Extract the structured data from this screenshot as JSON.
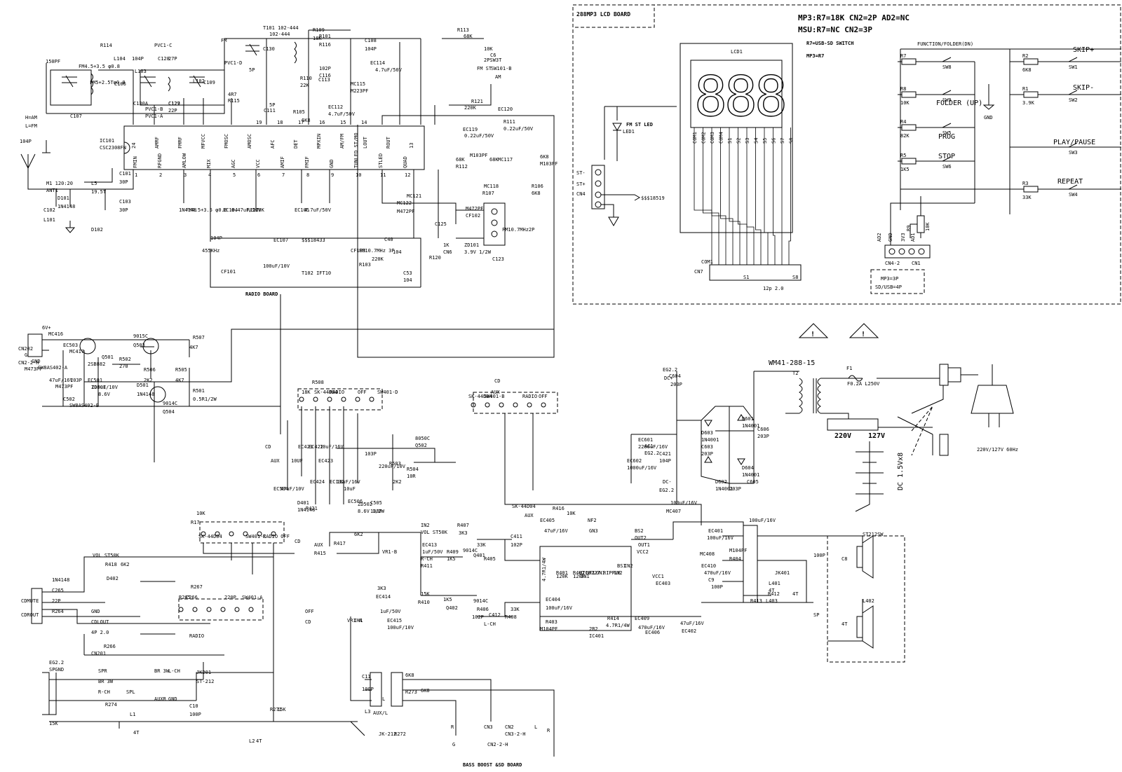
{
  "lcd_board": {
    "title": "288MP3 LCD BOARD",
    "note_line1": "MP3:R7=18K CN2=2P AD2=NC",
    "note_line2": "MSU:R7=NC CN2=3P",
    "note_line3": "R7=USB-SD SWITCH",
    "note_line4": "MP3=R7",
    "lcd_label": "LCD1",
    "lcd_digits": [
      "8",
      "8",
      "8"
    ],
    "led_label": "FM ST LED",
    "led_ref": "LED1",
    "cn4_pins": [
      "ST-",
      "ST+",
      "CN4"
    ],
    "cn4_net": "$$$18519",
    "cn7_label": "CN7",
    "cn7_spec": "12p 2.0",
    "com_pins": [
      "COM1",
      "COM2",
      "COM3",
      "COM4",
      "S1",
      "S2",
      "S3",
      "S4",
      "S5",
      "S6",
      "S7",
      "S8"
    ],
    "cn7_pin_labels": [
      "COM1",
      "S1",
      "S8"
    ],
    "function_label": "FUNCTION/FOLDER(DN)",
    "switches": [
      {
        "ref": "R7",
        "value": "",
        "sw": "SW8",
        "name": ""
      },
      {
        "ref": "R8",
        "value": "10K",
        "sw": "SW9",
        "name": "FOLDER (UP)"
      },
      {
        "ref": "R4",
        "value": "82K",
        "sw": "SW5",
        "name": "PROG"
      },
      {
        "ref": "R5",
        "value": "1K5",
        "sw": "SW6",
        "name": "STOP"
      },
      {
        "ref": "R2",
        "value": "6K8",
        "sw": "SW1",
        "name": "SKIP+"
      },
      {
        "ref": "R1",
        "value": "3.9K",
        "sw": "SW2",
        "name": "SKIP-"
      },
      {
        "ref": "",
        "value": "",
        "sw": "SW3",
        "name": "PLAY/PAUSE"
      },
      {
        "ref": "R3",
        "value": "33K",
        "sw": "SW4",
        "name": "REPEAT"
      }
    ],
    "gnd_label": "GND",
    "r9": {
      "ref": "R9",
      "value": "10K"
    },
    "cn4_2_pins": [
      "AD2",
      "GND",
      "3V3",
      "AD1"
    ],
    "cn4_2_label": "CN4-2",
    "cn1_label": "CN1",
    "cn_note_line1": "MP3=3P",
    "cn_note_line2": "SD/USB=4P"
  },
  "radio_board": {
    "title": "RADIO BOARD",
    "ic_label": "IC101",
    "ic_part": "CSC2308FN",
    "ic_top_pins": [
      "24",
      "AMRF",
      "FMRF",
      "MFVCC",
      "FMOSC",
      "AMOSC",
      "AFC",
      "DET",
      "MPXIN",
      "AM/FM",
      "LOUT",
      "ROUT",
      "13"
    ],
    "ic_top_pin_nums": [
      "19",
      "18",
      "17",
      "16",
      "15",
      "14"
    ],
    "ic_bottom_pins": [
      "FMIN",
      "RFGND",
      "AMLOW",
      "MIX",
      "AGC",
      "VCC",
      "AMIF",
      "FMIF",
      "GND",
      "TUNLED ST/MO",
      "STLED",
      "QUAD"
    ],
    "ic_bottom_pin_nums": [
      "1",
      "2",
      "3",
      "4",
      "5",
      "6",
      "7",
      "8",
      "9",
      "10",
      "11",
      "12"
    ],
    "parts": [
      "T101 102-444",
      "R109",
      "18K",
      "R113",
      "10K",
      "2PSW3T",
      "SW101-B",
      "FM ST",
      "AM",
      "FM",
      "PVC1-D",
      "5P",
      "C130",
      "150PF",
      "R114",
      "PVC1-C",
      "FM4.5+3.5 φ0.8",
      "FM5+2.5Tφ0.8",
      "L104",
      "C106",
      "104P",
      "L103",
      "C128",
      "27P",
      "L102",
      "C109",
      "C130A",
      "C127",
      "PVC1-B",
      "PVC1-A",
      "C129",
      "22P",
      "R115",
      "4R7",
      "C111",
      "5P",
      "R110",
      "22K",
      "C113",
      "102P",
      "C116",
      "C108",
      "104P",
      "EC114",
      "4.7uF/50V",
      "M223PF",
      "MC115",
      "R105",
      "6K8",
      "EC112",
      "4.7uF/50V",
      "H=AM",
      "L=FM",
      "C107",
      "104P",
      "M1 120:20",
      "ANT1",
      "L5",
      "19.5T",
      "C101",
      "30P",
      "C103",
      "30P",
      "C102",
      "L101",
      "D101",
      "1N4148",
      "D102",
      "1N4148",
      "FM4.5+3.5 φ0.8",
      "EC104",
      "0.47uF/50V",
      "R117",
      "220K",
      "EC105",
      "4.7uF/50V",
      "R121",
      "220K",
      "EC119",
      "0.22uF/50V",
      "EC120",
      "0.22uF/50V",
      "R111",
      "68K",
      "R112",
      "68K",
      "MC117",
      "M103PF",
      "MC118",
      "R107",
      "6K8",
      "M103PF",
      "R106",
      "6K8",
      "MC122",
      "M472PF",
      "MC121",
      "M472PF",
      "CF102",
      "FM10.7MHz2P",
      "C125",
      "R120",
      "1K",
      "CN6",
      "ZD101",
      "3.9V 1/2W",
      "C40",
      "104",
      "C53",
      "104",
      "C123",
      "104P",
      "EC107",
      "100uF/10V",
      "$$$18433",
      "T102 IFT10",
      "CF101",
      "455KHz",
      "CF103",
      "FM10.7MHz 3P",
      "R103",
      "220K",
      "102-444",
      "R101",
      "R116",
      "68K",
      "C6"
    ]
  },
  "main_board": {
    "parts": [
      "CN202",
      "6V+",
      "CN2-2-H",
      "GND",
      "EC503",
      "47uF/16V",
      "C502",
      "103P",
      "EC501",
      "100uF/10V",
      "Q501",
      "2SB882",
      "ZD501",
      "8.6V",
      "9015C",
      "Q503",
      "R502",
      "270",
      "R506",
      "2K2",
      "R505",
      "4K7",
      "D501",
      "1N4148",
      "9014C",
      "Q504",
      "R507",
      "4K7",
      "R501",
      "0.5R1/2W",
      "R508",
      "18K",
      "SK-44D04",
      "RADIO",
      "OFF",
      "SW401-D",
      "CD",
      "AUX",
      "SK-44D04",
      "SW401-B",
      "RADIO",
      "OFF",
      "CD",
      "AUX",
      "10UF",
      "EC421",
      "EC422",
      "10uF/16V",
      "EC423",
      "EC424",
      "10uF/16V",
      "10uF",
      "EC132",
      "EC506",
      "103P",
      "220uF/10V",
      "8050C",
      "Q502",
      "R504",
      "10R",
      "R503",
      "2K2",
      "ZD502",
      "8.6V 1/2W",
      "C505",
      "103P",
      "EC504",
      "47uF/10V",
      "D401",
      "1N4148",
      "R421",
      "10K",
      "R17",
      "SK-44D04",
      "SW401-C",
      "RADIO OFF",
      "CD",
      "AUX",
      "R415",
      "R417",
      "6K2",
      "VR1-B",
      "IN2",
      "VOL ST50K",
      "R407",
      "3K3",
      "EC413",
      "1uF/50V",
      "R409",
      "1K5",
      "9014C",
      "Q401",
      "R405",
      "33K",
      "C411",
      "102P",
      "R-CH",
      "R411",
      "15K",
      "R410",
      "1K5",
      "Q402",
      "9014C",
      "R406",
      "33K",
      "C412",
      "102P",
      "L-CH",
      "R408",
      "3K3",
      "EC414",
      "1uF/50V",
      "EC415",
      "100uF/10V",
      "VR1-A",
      "IN1",
      "VOL ST50K",
      "R418",
      "6K2",
      "D402",
      "1N4148",
      "C265",
      "22P",
      "R264",
      "CDMUTE",
      "CDROUT",
      "GND",
      "CDLOUT",
      "4P 2.0",
      "CN201",
      "R266",
      "R267",
      "R265",
      "C266",
      "220P",
      "SW401-A",
      "RADIO",
      "OFF",
      "CD",
      "AUX",
      "SK-44D04",
      "R416",
      "10K",
      "EC405",
      "47uF/16V",
      "EC404",
      "100uF/16V",
      "R401",
      "120K",
      "R402",
      "120K",
      "UTC8227",
      "IN1",
      "NF1",
      "GN1",
      "RIPPLE",
      "GN2",
      "BS1",
      "IN2",
      "NF2",
      "GN3",
      "BS2",
      "OUT2",
      "OUT1",
      "VCC2",
      "VCC1",
      "EC403",
      "100uF/16V",
      "MC407",
      "M104PF",
      "R403",
      "2R2",
      "IC401",
      "R414",
      "4.7R1/4W",
      "EC409",
      "470uF/16V",
      "EC406",
      "47uF/16V",
      "EC402",
      "100uF/16V",
      "EC401",
      "100uF/16V",
      "MC408",
      "M104PF",
      "R404",
      "EC410",
      "470uF/16V",
      "JK401",
      "C9",
      "100P",
      "L401",
      "4T",
      "R412",
      "R413",
      "L403",
      "4T",
      "ST212SW",
      "C8",
      "100P",
      "L402",
      "4T",
      "SP",
      "EG2.2",
      "SPGND",
      "SPR",
      "BR 3W",
      "R-CH",
      "SPL",
      "BR 3W",
      "L-CH",
      "JK201",
      "ST-212",
      "AUXR",
      "GND",
      "C10",
      "100P",
      "L1",
      "4T",
      "R274",
      "15K",
      "L2",
      "4T",
      "R271",
      "15K",
      "C11",
      "100P",
      "L3",
      "AUX/L",
      "JK-212",
      "R272",
      "6K8",
      "R273",
      "6K8",
      "L",
      "R",
      "G",
      "CN3",
      "CN2-2-H",
      "CN2",
      "CN3-2-H",
      "L",
      "R",
      "G",
      "MC416",
      "M473PF",
      "SW8AS402-A",
      "MC417",
      "M473PF",
      "SW8AS402-B"
    ],
    "bass_board": "BASS BOOST &SD BOARD"
  },
  "power": {
    "transformer": "WM41-288-15",
    "t2": "T2",
    "fuse_ref": "F1",
    "fuse_value": "F0.2A L250V",
    "sel_220": "220V",
    "sel_127": "127V",
    "mains": "220V/127V 60Hz",
    "battery": "DC 1.5Vx8",
    "parts": [
      "EG2.2",
      "DC+",
      "EC601",
      "2200uF/16V",
      "C421",
      "104P",
      "EC602",
      "1000uF/16V",
      "DC-",
      "EG2.2",
      "D603",
      "1N4001",
      "D601",
      "1N4001",
      "C606",
      "203P",
      "C603",
      "203P",
      "D604",
      "1N4001",
      "D602",
      "1N4001",
      "C605",
      "203P",
      "C604",
      "203P",
      "AC1",
      "EG2.2"
    ]
  }
}
